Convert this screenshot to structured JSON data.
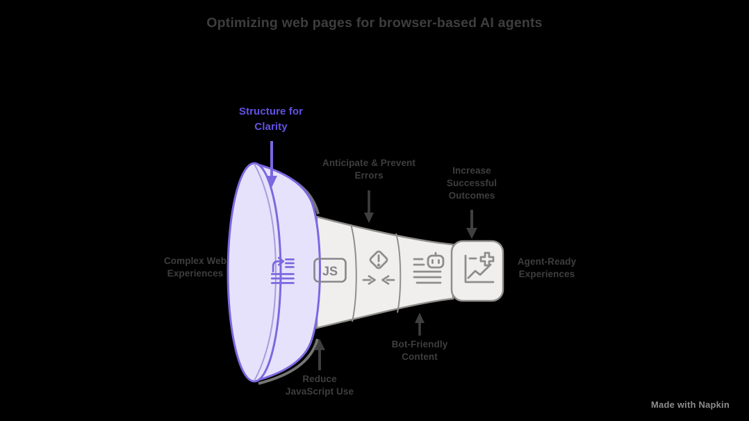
{
  "title": "Optimizing web pages for browser-based AI agents",
  "watermark": "Made with Napkin",
  "colors": {
    "background": "#000000",
    "text": "#3e3e3e",
    "accent_stroke": "#7a68e0",
    "accent_text": "#6353e3",
    "accent_fill": "#e7e2fb",
    "body_fill": "#f0efed",
    "body_stroke": "#8f8e8b",
    "icon_gray": "#8e8d8a",
    "watermark_gray": "#8c8c8c"
  },
  "funnel": {
    "direction": "left-to-right",
    "input_label": {
      "lines": [
        "Complex Web",
        "Experiences"
      ]
    },
    "output_label": {
      "lines": [
        "Agent-Ready",
        "Experiences"
      ]
    },
    "stages": [
      {
        "id": "structure",
        "icon": "indent-flow-icon",
        "highlighted": true,
        "label": {
          "lines": [
            "Structure for",
            "Clarity"
          ],
          "position": "top-left",
          "color": "#6353e3"
        }
      },
      {
        "id": "javascript",
        "icon": "js-badge-icon",
        "badge": "JS",
        "highlighted": false,
        "label": {
          "lines": [
            "Reduce",
            "JavaScript Use"
          ],
          "position": "bottom-left",
          "color": "#3e3e3e"
        }
      },
      {
        "id": "errors",
        "icon": "error-merge-icon",
        "highlighted": false,
        "label": {
          "lines": [
            "Anticipate & Prevent",
            "Errors"
          ],
          "position": "top-center",
          "color": "#3e3e3e"
        }
      },
      {
        "id": "bot-content",
        "icon": "robot-text-icon",
        "highlighted": false,
        "label": {
          "lines": [
            "Bot-Friendly",
            "Content"
          ],
          "position": "bottom-center",
          "color": "#3e3e3e"
        }
      },
      {
        "id": "outcomes",
        "icon": "chart-plus-icon",
        "highlighted": false,
        "label": {
          "lines": [
            "Increase",
            "Successful",
            "Outcomes"
          ],
          "position": "top-right",
          "color": "#3e3e3e"
        }
      }
    ]
  }
}
